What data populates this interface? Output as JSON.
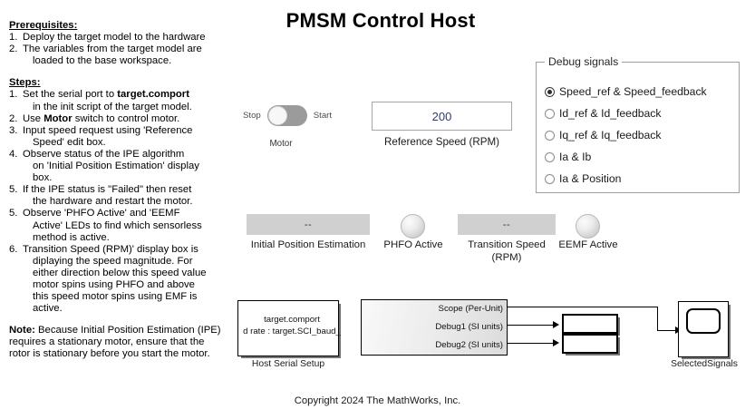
{
  "title": "PMSM Control Host",
  "copyright": "Copyright 2024 The MathWorks, Inc.",
  "instructions": {
    "prereq_heading": "Prerequisites:",
    "prereq_items": [
      {
        "num": "1.",
        "lines": [
          "Deploy the target model to the hardware"
        ]
      },
      {
        "num": "2.",
        "lines": [
          "The variables from the target model are",
          "loaded to the base workspace."
        ]
      }
    ],
    "steps_heading": "Steps:",
    "step_items": [
      {
        "num": "1.",
        "pre": "Set the serial port to ",
        "bold": "target.comport",
        "post": "",
        "lines": [
          "in the init script of the target model."
        ]
      },
      {
        "num": "2.",
        "pre": "Use ",
        "bold": "Motor",
        "post": " switch to control motor.",
        "lines": []
      },
      {
        "num": "3.",
        "pre": "Input speed request using 'Reference",
        "bold": "",
        "post": "",
        "lines": [
          "Speed' edit box."
        ]
      },
      {
        "num": "4.",
        "pre": "Observe status of the IPE algorithm",
        "bold": "",
        "post": "",
        "lines": [
          "on 'Initial Position Estimation' display",
          "box."
        ]
      },
      {
        "num": "5.",
        "pre": "If the IPE status is \"Failed\" then reset",
        "bold": "",
        "post": "",
        "lines": [
          "the hardware and restart the motor."
        ]
      },
      {
        "num": "5.",
        "pre": "Observe 'PHFO Active' and 'EEMF",
        "bold": "",
        "post": "",
        "lines": [
          "Active' LEDs to find which sensorless",
          "method is active."
        ]
      },
      {
        "num": "6.",
        "pre": "Transition Speed (RPM)' display box is",
        "bold": "",
        "post": "",
        "lines": [
          "diplaying the speed magnitude. For",
          "either direction below this speed value",
          "motor spins using PHFO and above",
          "this speed motor spins using EMF is",
          "active."
        ]
      }
    ],
    "note_label": "Note:",
    "note_text": " Because Initial Position Estimation (IPE) requires a stationary motor, ensure that the rotor is stationary before you start the motor."
  },
  "motor_switch": {
    "off_label": "Stop",
    "on_label": "Start",
    "caption": "Motor",
    "state": "Stop"
  },
  "reference_speed": {
    "value": "200",
    "caption": "Reference Speed (RPM)",
    "value_color": "#2d3c6b"
  },
  "debug_signals": {
    "group_title": "Debug signals",
    "options": [
      {
        "label": "Speed_ref & Speed_feedback",
        "selected": true
      },
      {
        "label": "Id_ref & Id_feedback",
        "selected": false
      },
      {
        "label": "Iq_ref & Iq_feedback",
        "selected": false
      },
      {
        "label": "Ia & Ib",
        "selected": false
      },
      {
        "label": "Ia & Position",
        "selected": false
      }
    ]
  },
  "indicators": {
    "ipe_display_value": "--",
    "ipe_caption": "Initial Position Estimation",
    "phfo_caption": "PHFO Active",
    "transition_display_value": "--",
    "transition_caption_line1": "Transition Speed",
    "transition_caption_line2": "(RPM)",
    "eemf_caption": "EEMF Active",
    "display_bg": "#d0d0d0"
  },
  "diagram": {
    "serial_block": {
      "line1": "target.comport",
      "line2": "d rate : target.SCI_baud_",
      "caption": "Host Serial Setup"
    },
    "host_block_ports": [
      "Scope (Per-Unit)",
      "Debug1 (SI units)",
      "Debug2 (SI units)"
    ],
    "scope_block_caption": "SelectedSignals"
  }
}
